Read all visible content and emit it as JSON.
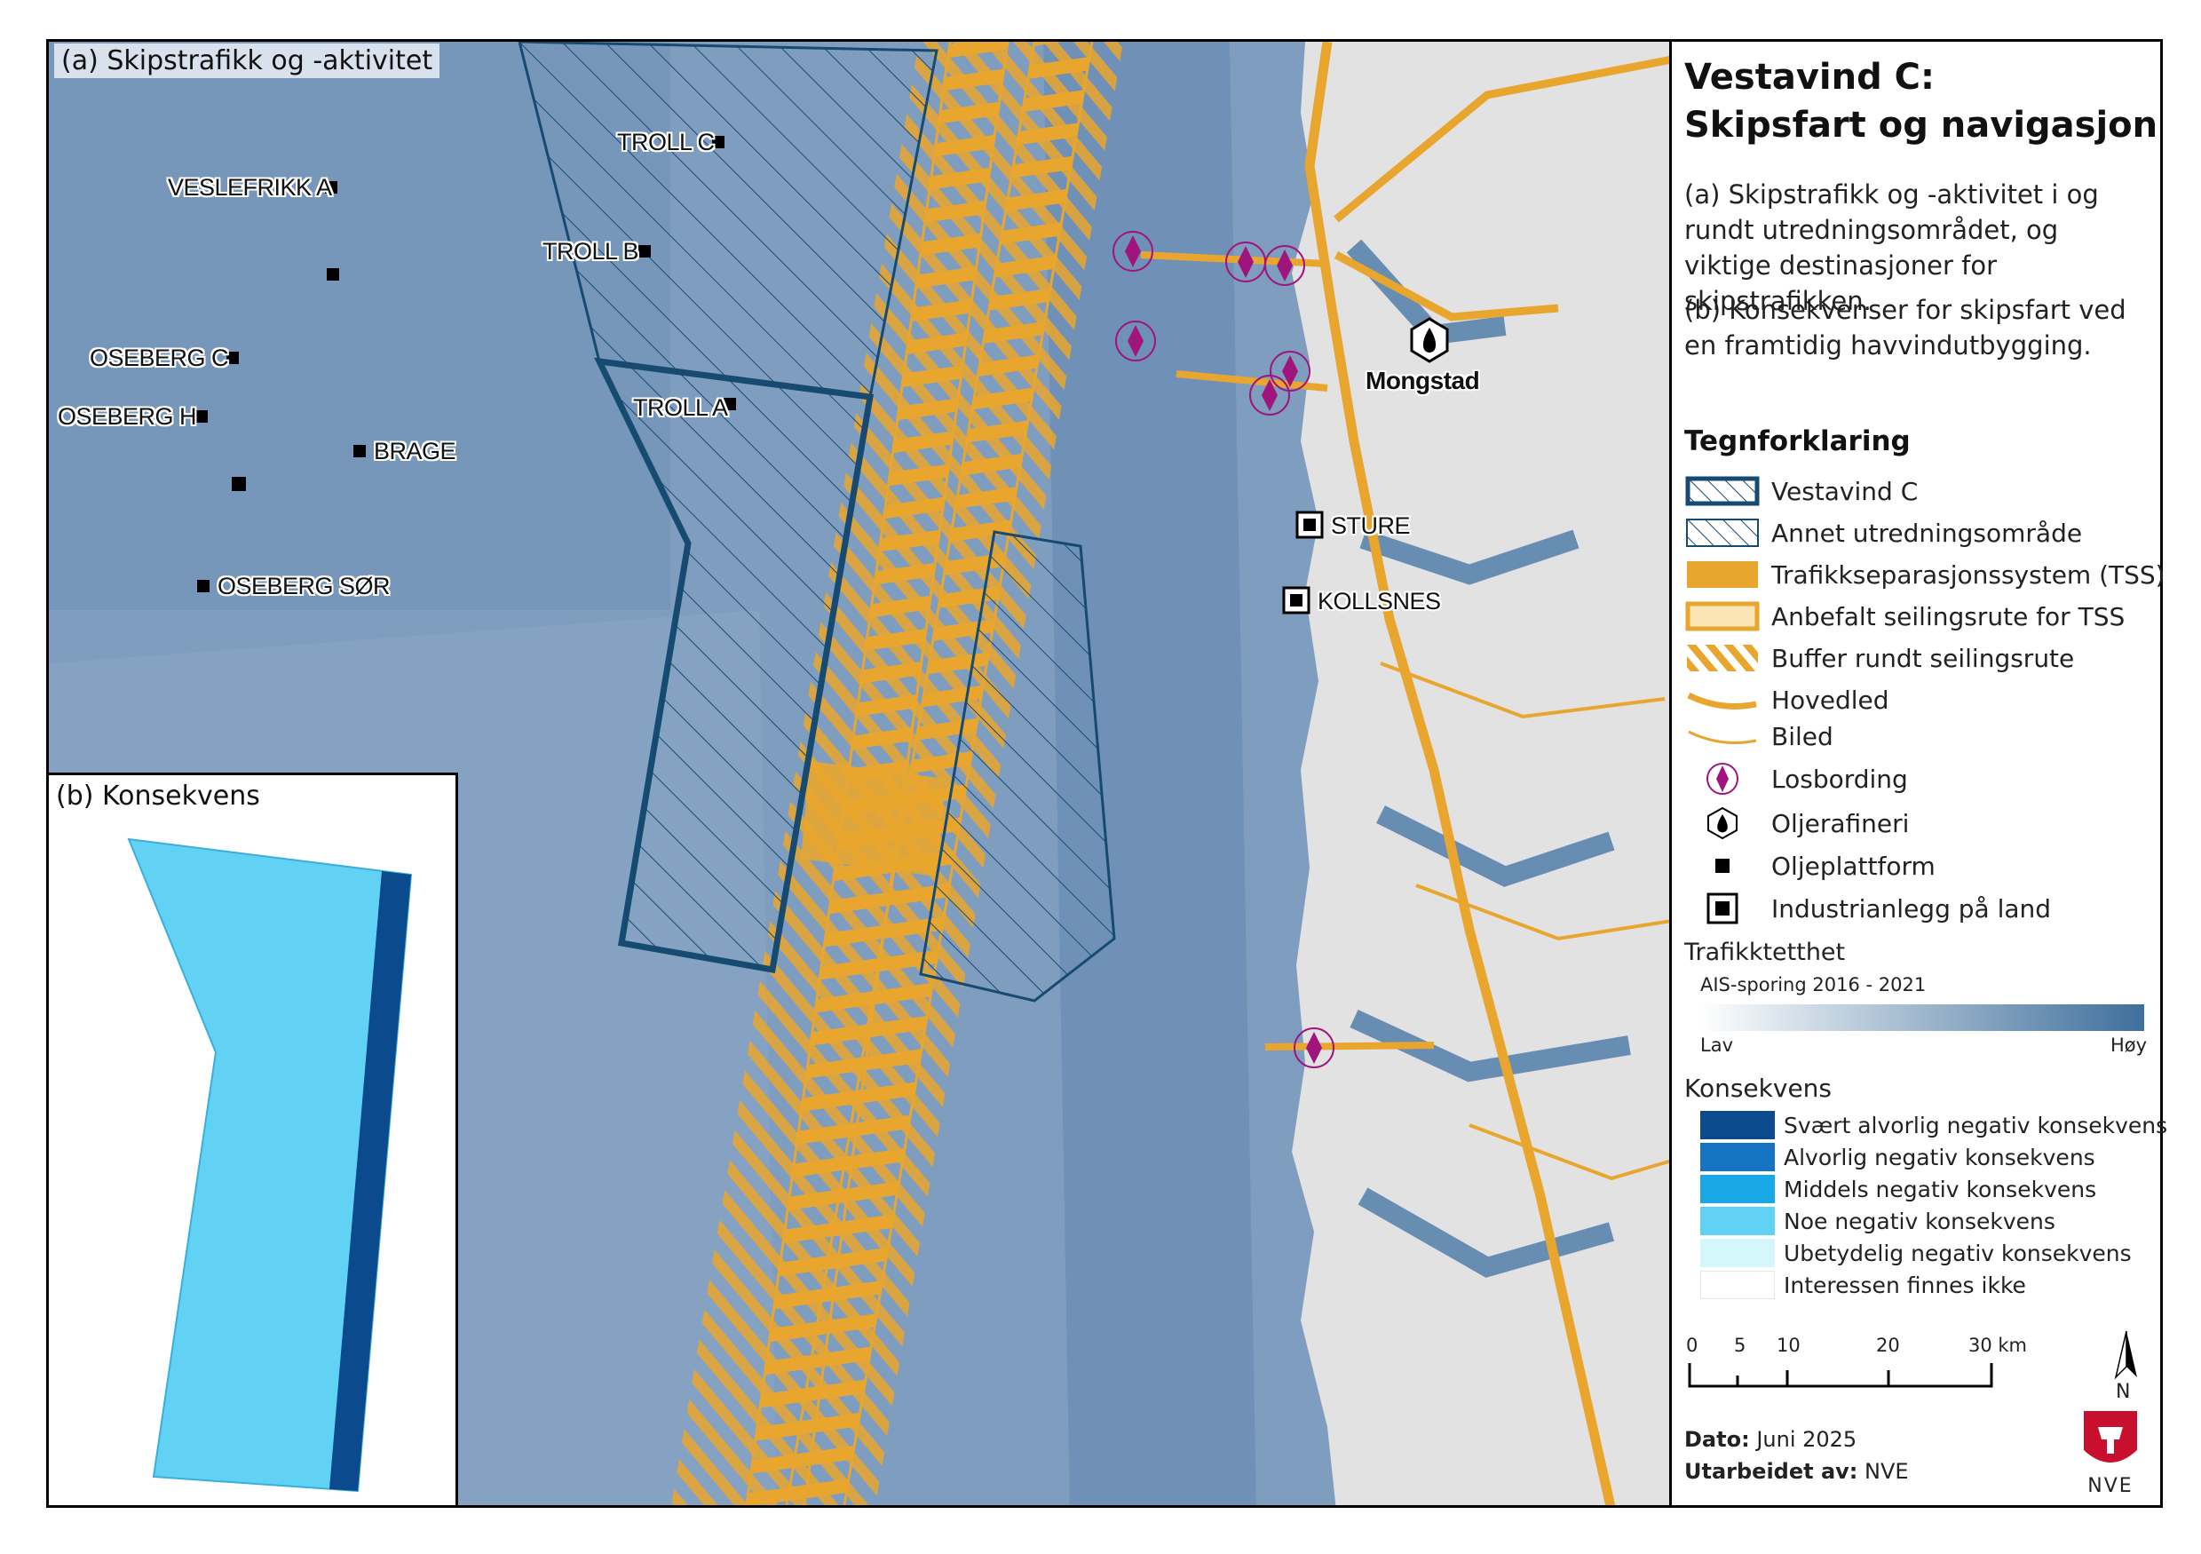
{
  "panel_a_title": "(a) Skipstrafikk og -aktivitet",
  "panel_b_title": "(b) Konsekvens",
  "platforms": [
    {
      "label": "TROLL C"
    },
    {
      "label": "VESLEFRIKK A"
    },
    {
      "label": "TROLL B"
    },
    {
      "label": "OSEBERG C"
    },
    {
      "label": "TROLL A"
    },
    {
      "label": "OSEBERG H"
    },
    {
      "label": "BRAGE"
    },
    {
      "label": "OSEBERG SØR"
    }
  ],
  "industrial": [
    {
      "label": "STURE"
    },
    {
      "label": "KOLLSNES"
    }
  ],
  "refinery_label": "Mongstad",
  "legend": {
    "title_line1": "Vestavind C:",
    "title_line2": "Skipsfart og navigasjon",
    "desc_a": "(a) Skipstrafikk og -aktivitet i og rundt utredningsområdet, og viktige destinasjoner for skipstrafikken.",
    "desc_b": "(b) Konsekvenser for skipsfart ved en framtidig havvindutbygging.",
    "heading": "Tegnforklaring",
    "items": [
      {
        "label": "Vestavind C",
        "icon": "thick-hatched-box"
      },
      {
        "label": "Annet utredningsområde",
        "icon": "thin-hatched-box"
      },
      {
        "label": "Trafikkseparasjonssystem (TSS)",
        "icon": "orange-fill"
      },
      {
        "label": "Anbefalt seilingsrute for TSS",
        "icon": "orange-outline-box"
      },
      {
        "label": "Buffer rundt seilingsrute",
        "icon": "orange-hatch"
      },
      {
        "label": "Hovedled",
        "icon": "thick-orange-line"
      },
      {
        "label": "Biled",
        "icon": "thin-orange-line"
      },
      {
        "label": "Losbording",
        "icon": "pilot-diamond"
      },
      {
        "label": "Oljerafineri",
        "icon": "refinery-drop"
      },
      {
        "label": "Oljeplattform",
        "icon": "black-square"
      },
      {
        "label": "Industrianlegg på land",
        "icon": "framed-square"
      }
    ],
    "density_title": "Trafikktetthet",
    "density_sub": "AIS-sporing 2016 - 2021",
    "density_low": "Lav",
    "density_high": "Høy",
    "density_colors": [
      "#ffffff",
      "#3e6f9c"
    ],
    "consequence_title": "Konsekvens",
    "consequences": [
      {
        "label": "Svært alvorlig negativ konsekvens",
        "color": "#0b4a8c"
      },
      {
        "label": "Alvorlig negativ konsekvens",
        "color": "#1673c4"
      },
      {
        "label": "Middels negativ konsekvens",
        "color": "#18a8e6"
      },
      {
        "label": "Noe negativ konsekvens",
        "color": "#62d2f4"
      },
      {
        "label": "Ubetydelig negativ konsekvens",
        "color": "#d3f7fb"
      },
      {
        "label": "Interessen finnes ikke",
        "color": "#ffffff"
      }
    ],
    "scale_ticks": [
      "0",
      "5",
      "10",
      "20",
      "30 km"
    ],
    "north": "N",
    "date_label": "Dato:",
    "date_value": "Juni 2025",
    "author_label": "Utarbeidet av:",
    "author_value": "NVE",
    "logo_text": "NVE"
  },
  "colors": {
    "sea": "#7f9dbf",
    "tss": "#e9a62e",
    "area_outline": "#174a70",
    "pilot": "#a0147e",
    "land": "#e2e2e2"
  }
}
